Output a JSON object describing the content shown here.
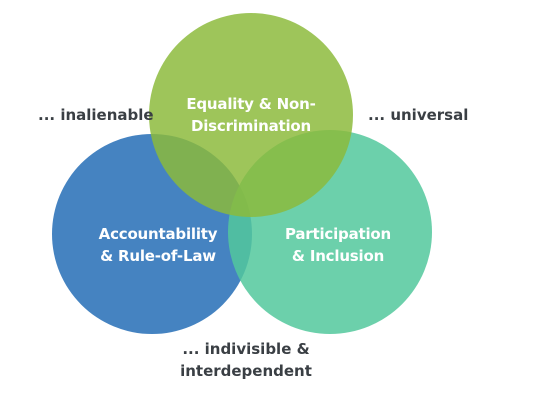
{
  "circles": {
    "top": {
      "line1": "Equality & Non-",
      "line2": "Discrimination",
      "color": "#8cba3a"
    },
    "left": {
      "line1": "Accountability",
      "line2": "& Rule-of-Law",
      "color": "#3f7fbf"
    },
    "right": {
      "line1": "Participation",
      "line2": "& Inclusion",
      "color": "#52c89c"
    }
  },
  "annotations": {
    "left": "... inalienable",
    "right": "... universal",
    "bottom_line1": "... indivisible &",
    "bottom_line2": "interdependent"
  },
  "colors": {
    "annotation_text": "#3a3f44",
    "circle_text": "#ffffff"
  }
}
